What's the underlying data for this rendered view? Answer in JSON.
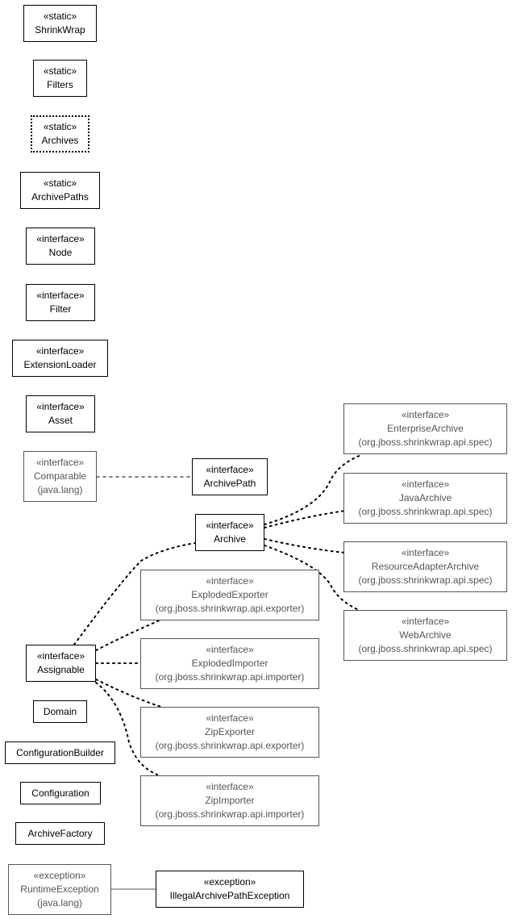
{
  "nodes": {
    "shrinkwrap": {
      "stereotype": "«static»",
      "name": "ShrinkWrap"
    },
    "filters": {
      "stereotype": "«static»",
      "name": "Filters"
    },
    "archives": {
      "stereotype": "«static»",
      "name": "Archives"
    },
    "archive_paths": {
      "stereotype": "«static»",
      "name": "ArchivePaths"
    },
    "node": {
      "stereotype": "«interface»",
      "name": "Node"
    },
    "filter": {
      "stereotype": "«interface»",
      "name": "Filter"
    },
    "extension_loader": {
      "stereotype": "«interface»",
      "name": "ExtensionLoader"
    },
    "asset": {
      "stereotype": "«interface»",
      "name": "Asset"
    },
    "comparable": {
      "stereotype": "«interface»",
      "name": "Comparable",
      "package": "(java.lang)"
    },
    "archive_path": {
      "stereotype": "«interface»",
      "name": "ArchivePath"
    },
    "archive": {
      "stereotype": "«interface»",
      "name": "Archive"
    },
    "enterprise_archive": {
      "stereotype": "«interface»",
      "name": "EnterpriseArchive",
      "package": "(org.jboss.shrinkwrap.api.spec)"
    },
    "java_archive": {
      "stereotype": "«interface»",
      "name": "JavaArchive",
      "package": "(org.jboss.shrinkwrap.api.spec)"
    },
    "resource_adapter_archive": {
      "stereotype": "«interface»",
      "name": "ResourceAdapterArchive",
      "package": "(org.jboss.shrinkwrap.api.spec)"
    },
    "web_archive": {
      "stereotype": "«interface»",
      "name": "WebArchive",
      "package": "(org.jboss.shrinkwrap.api.spec)"
    },
    "exploded_exporter": {
      "stereotype": "«interface»",
      "name": "ExplodedExporter",
      "package": "(org.jboss.shrinkwrap.api.exporter)"
    },
    "exploded_importer": {
      "stereotype": "«interface»",
      "name": "ExplodedImporter",
      "package": "(org.jboss.shrinkwrap.api.importer)"
    },
    "assignable": {
      "stereotype": "«interface»",
      "name": "Assignable"
    },
    "zip_exporter": {
      "stereotype": "«interface»",
      "name": "ZipExporter",
      "package": "(org.jboss.shrinkwrap.api.exporter)"
    },
    "zip_importer": {
      "stereotype": "«interface»",
      "name": "ZipImporter",
      "package": "(org.jboss.shrinkwrap.api.importer)"
    },
    "domain": {
      "name": "Domain"
    },
    "configuration_builder": {
      "name": "ConfigurationBuilder"
    },
    "configuration": {
      "name": "Configuration"
    },
    "archive_factory": {
      "name": "ArchiveFactory"
    },
    "runtime_exception": {
      "stereotype": "«exception»",
      "name": "RuntimeException",
      "package": "(java.lang)"
    },
    "illegal_archive_path_exception": {
      "stereotype": "«exception»",
      "name": "IllegalArchivePathException"
    }
  },
  "colors": {
    "border": "#000000",
    "external": "#555555",
    "background": "#ffffff"
  }
}
